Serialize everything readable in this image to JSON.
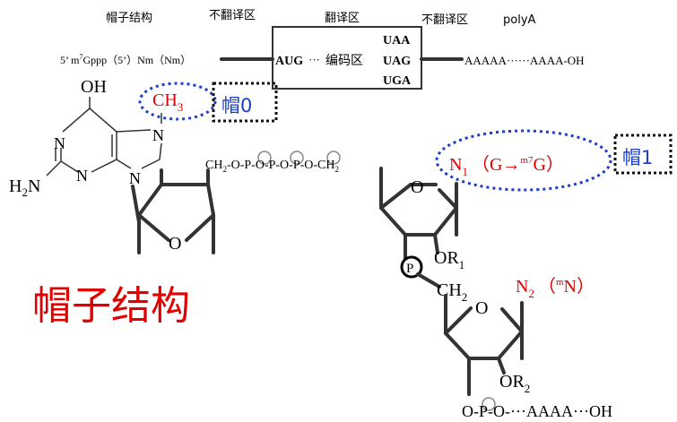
{
  "header": {
    "cap_structure": "帽子结构",
    "utr5": "不翻译区",
    "translated": "翻译区",
    "utr3": "不翻译区",
    "polya": "polyA"
  },
  "mrna": {
    "prefix": "5’ m",
    "sup7": "7",
    "gppp": "Gppp（5’）Nm（Nm）",
    "aug": "AUG",
    "coding_dots": "···",
    "coding": "编码区",
    "stop_codons": [
      "UAA",
      "UAG",
      "UGA"
    ],
    "poly_a": "AAAAA······AAAA-OH"
  },
  "guanine": {
    "oh": "OH",
    "h2n_h": "H",
    "h2n_sub": "2",
    "h2n_n": "N",
    "n_atoms": [
      "N",
      "N",
      "N",
      "N"
    ]
  },
  "ch3": {
    "ch": "CH",
    "sub": "3"
  },
  "cap0": "帽0",
  "cap1": "帽1",
  "triphosphate": {
    "ch2": "CH",
    "sub2": "2",
    "chain": "-O-P-O-P-O-P-O-CH",
    "sub2b": "2"
  },
  "n1": {
    "n": "N",
    "sub": "1",
    "mod": "（G→",
    "sup": "m7",
    "g": "G）"
  },
  "ring_o": "O",
  "or1": {
    "or": "OR",
    "sub": "1"
  },
  "phosphate": "P",
  "ch2b": {
    "ch": "CH",
    "sub": "2"
  },
  "n2": {
    "n": "N",
    "sub": "2",
    "open": "（",
    "sup": "m",
    "mn": "N）"
  },
  "or2": {
    "or": "OR",
    "sub": "2"
  },
  "tail": "O-P-O-···AAAA···OH",
  "title_big": "帽子结构",
  "colors": {
    "red": "#e00000",
    "blue": "#1a3fc8",
    "black": "#000000"
  }
}
